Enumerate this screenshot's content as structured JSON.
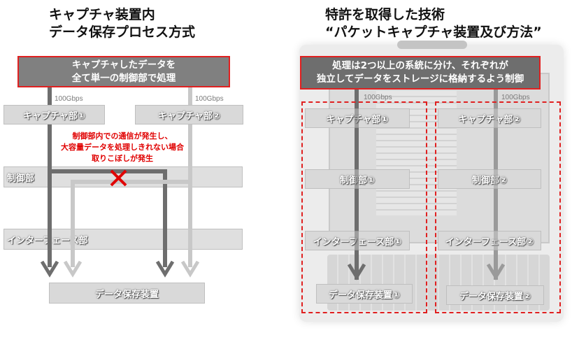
{
  "left": {
    "title_line1": "キャプチャ装置内",
    "title_line2": "データ保存プロセス方式",
    "header_line1": "キャプチャしたデータを",
    "header_line2": "全て単一の制御部で処理",
    "bw1": "100Gbps",
    "bw2": "100Gbps",
    "capture1": "キャプチャ部①",
    "capture2": "キャプチャ部②",
    "warning_line1": "制御部内での通信が発生し、",
    "warning_line2": "大容量データを処理しきれない場合",
    "warning_line3": "取りこぼしが発生",
    "control": "制御部",
    "interface": "インターフェース部",
    "storage": "データ保存装置"
  },
  "right": {
    "title_line1": "特許を取得した技術",
    "title_line2": "“パケットキャプチャ装置及び方法”",
    "header_line1": "処理は2つ以上の系統に分け、それぞれが",
    "header_line2": "独立してデータをストレージに格納するよう制御",
    "bw1": "100Gbps",
    "bw2": "100Gbps",
    "capture1": "キャプチャ部①",
    "capture2": "キャプチャ部②",
    "control1": "制御部①",
    "control2": "制御部②",
    "interface1": "インターフェース部①",
    "interface2": "インターフェース部②",
    "storage1": "データ保存装置①",
    "storage2": "データ保存装置②"
  },
  "colors": {
    "accent_red": "#e02020",
    "header_gray": "#808080",
    "box_gray": "#d9d9d9",
    "line_dark": "#6e6e6e",
    "line_light": "#c8c8c8"
  },
  "icons": {
    "error_mark": "x-mark-icon"
  }
}
